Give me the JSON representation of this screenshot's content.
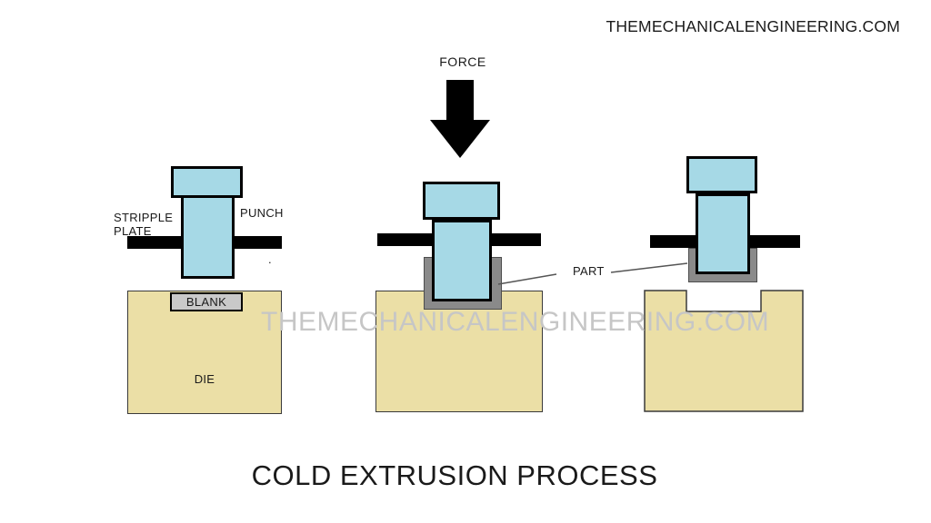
{
  "site_url": "THEMECHANICALENGINEERING.COM",
  "watermark": "THEMECHANICALENGINEERING.COM",
  "title": "COLD EXTRUSION PROCESS",
  "labels": {
    "force": "FORCE",
    "stripper_plate_line1": "STRIPPLE",
    "stripper_plate_line2": "PLATE",
    "punch": "PUNCH",
    "blank": "BLANK",
    "die": "DIE",
    "part": "PART",
    "stray_dot": "."
  },
  "colors": {
    "punch-fill": "#a6d9e6",
    "punch-border": "#000000",
    "die-fill": "#ebdfa6",
    "die-border": "#3a3a3a",
    "blank-fill": "#c9c9c9",
    "part-fill": "#8a8a8a",
    "part-border": "#4d4d4d",
    "plate-fill": "#000000",
    "watermark-color": "#c6c6c6",
    "leader-line-color": "#555555",
    "text-color": "#1a1a1a"
  }
}
